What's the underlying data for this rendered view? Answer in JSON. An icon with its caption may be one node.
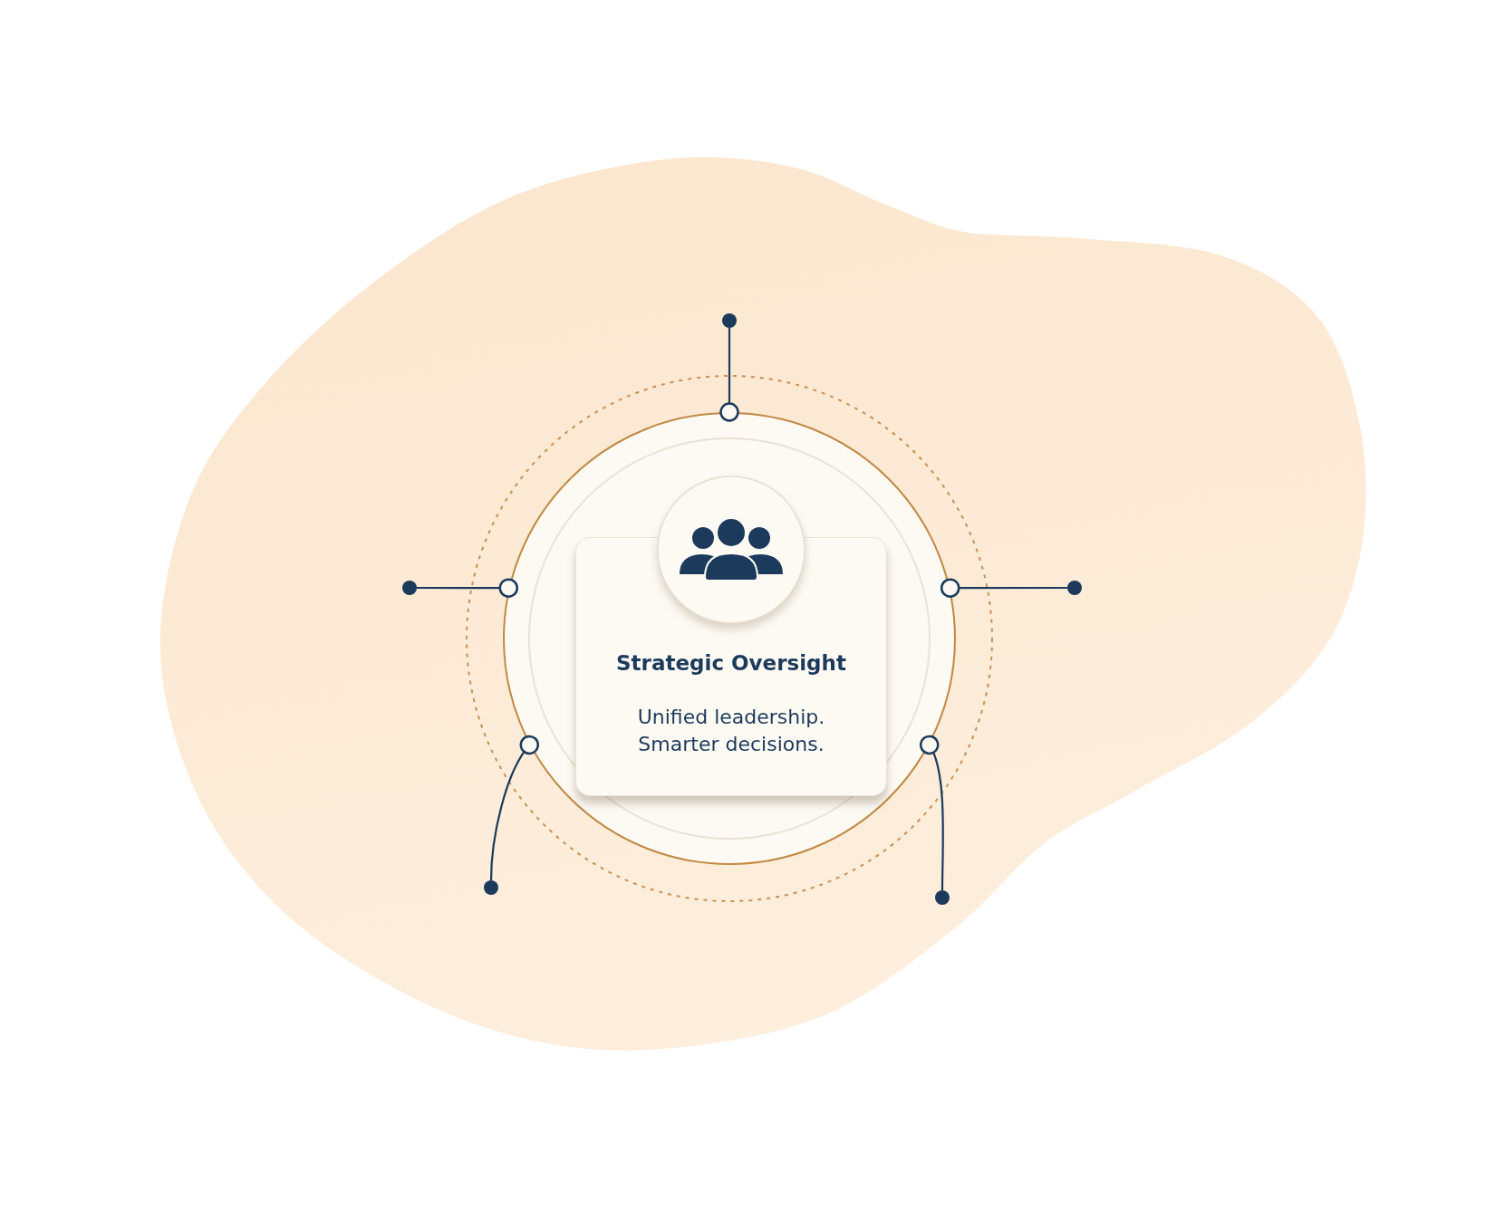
{
  "diagram": {
    "nodes": [
      {
        "text": [],
        "shape": "circle"
      },
      {
        "text": [],
        "shape": "circle"
      },
      {
        "text": [
          "Strategic Oversight",
          "Unified leadership. Smarter decisions."
        ],
        "in": 1
      },
      {
        "text": [],
        "shape": "circle"
      },
      {
        "text": [],
        "shape": "circle"
      },
      {
        "text": [],
        "shape": "circle"
      },
      {
        "text": [],
        "shape": "circle"
      }
    ],
    "edges": [
      {
        "from": 1,
        "to": 0,
        "arrow": "other"
      },
      {
        "from": 1,
        "to": 3,
        "arrow": "other"
      },
      {
        "from": 1,
        "to": 4,
        "arrow": "other"
      },
      {
        "from": 1,
        "to": 5,
        "arrow": "other"
      },
      {
        "from": 1,
        "to": 6,
        "arrow": "other"
      }
    ]
  }
}
